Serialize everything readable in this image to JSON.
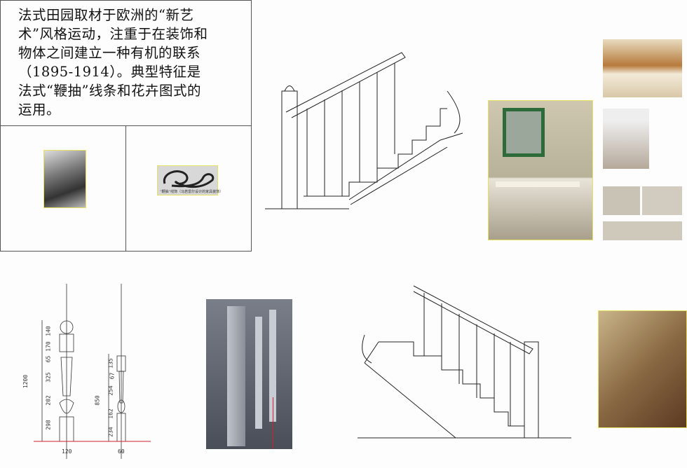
{
  "description": "法式田园取材于欧洲的“新艺术”风格运动，注重于在装饰和物体之间建立一种有机的联系（1895-1914）。典型特征是法式“鞭抽”线条和花卉图式的运用。",
  "whiplash_caption": "“鞭抽”线饰（马若雷尔设计的家具装饰）",
  "newel_post_dims": {
    "total": "1200",
    "segments": [
      "140",
      "170",
      "65",
      "325",
      "202",
      "298"
    ],
    "width": "120"
  },
  "baluster_dims": {
    "total": "850",
    "segments": [
      "135",
      "67",
      "254",
      "162",
      "234"
    ],
    "width": "60"
  },
  "colors": {
    "border": "#555555",
    "photo_frame": "#e8e060",
    "ground_line": "#d02030"
  }
}
